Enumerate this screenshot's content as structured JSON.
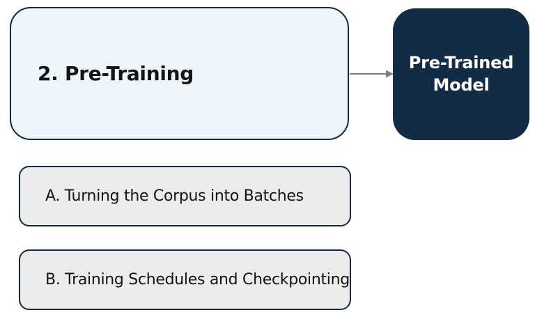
{
  "diagram": {
    "main_box": {
      "label": "2. Pre-Training"
    },
    "result_box": {
      "label": "Pre-Trained Model"
    },
    "sub_boxes": [
      {
        "label": "A. Turning the Corpus into Batches"
      },
      {
        "label": "B. Training Schedules and Checkpointing"
      }
    ],
    "connector": {
      "from": "main_box",
      "to": "result_box",
      "direction": "right"
    },
    "colors": {
      "main_box_fill": "#eef5fb",
      "box_border": "#102a43",
      "result_box_fill": "#132c45",
      "result_box_text": "#ffffff",
      "sub_box_fill": "#ececec",
      "arrow": "#808080",
      "text": "#141414"
    }
  }
}
